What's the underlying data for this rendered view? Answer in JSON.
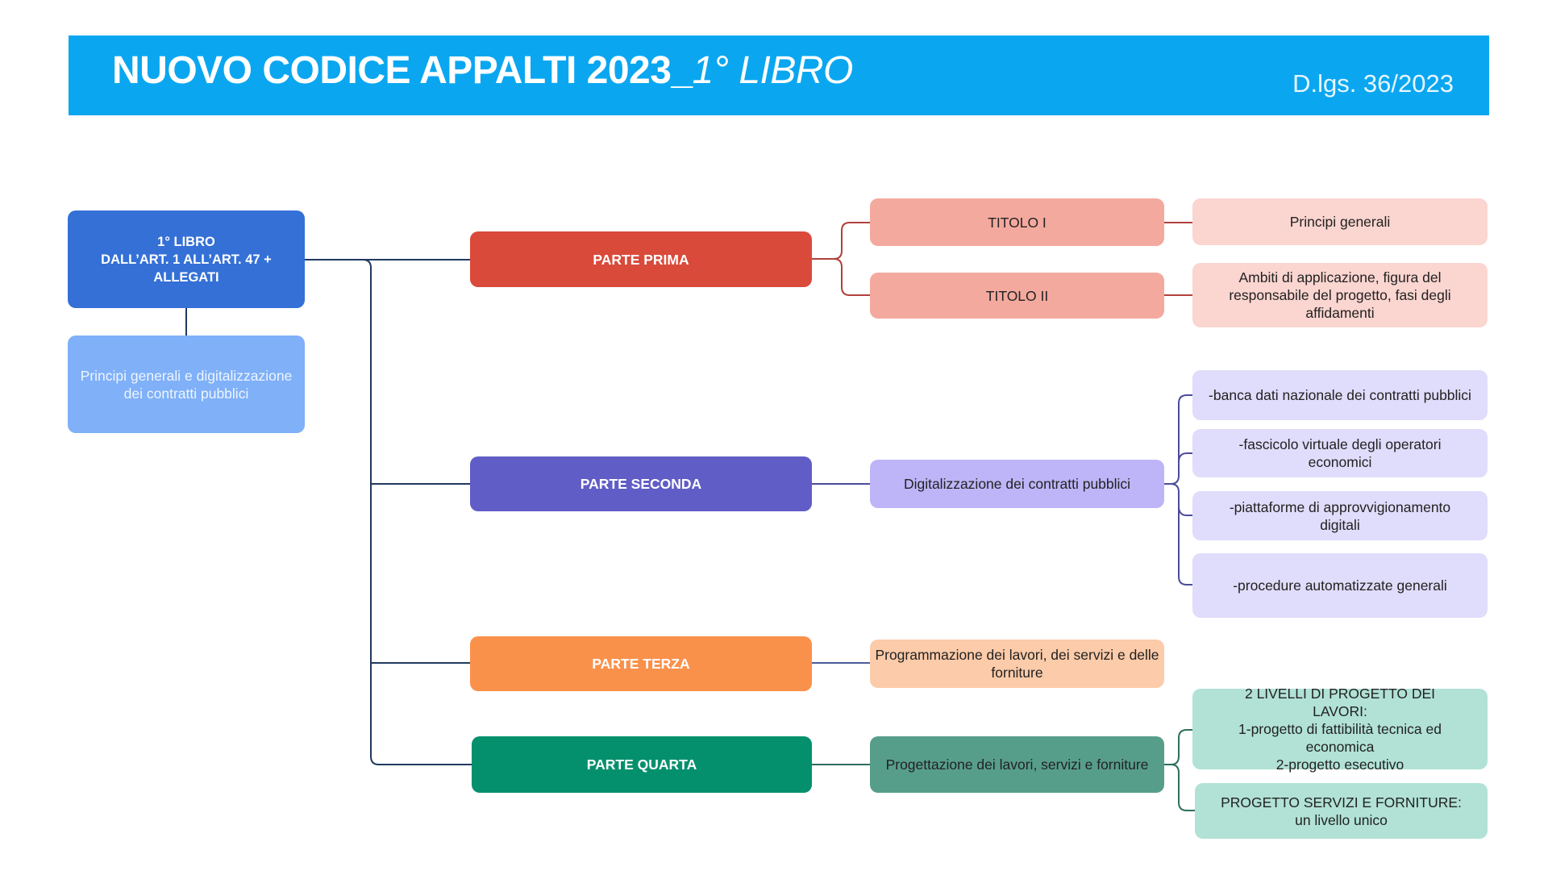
{
  "header": {
    "title": "NUOVO CODICE APPALTI 2023_",
    "title_italic": "1° LIBRO",
    "subtitle": "D.lgs. 36/2023"
  },
  "root": {
    "line1": "1° LIBRO",
    "line2": "DALL’ART. 1 ALL’ART. 47 +",
    "line3": "ALLEGATI",
    "description": "Principi generali e digitalizzazione dei contratti pubblici"
  },
  "parts": [
    {
      "label": "PARTE PRIMA",
      "children": [
        {
          "label": "TITOLO I",
          "detail": "Principi generali"
        },
        {
          "label": "TITOLO II",
          "detail": "Ambiti di applicazione, figura del responsabile del progetto, fasi degli affidamenti"
        }
      ]
    },
    {
      "label": "PARTE SECONDA",
      "child": "Digitalizzazione dei contratti pubblici",
      "details": [
        "-banca dati nazionale dei contratti pubblici",
        "-fascicolo virtuale degli operatori economici",
        "-piattaforme di approvvigionamento digitali",
        "-procedure automatizzate generali"
      ]
    },
    {
      "label": "PARTE TERZA",
      "child": "Programmazione dei lavori, dei servizi e delle forniture"
    },
    {
      "label": "PARTE QUARTA",
      "child": "Progettazione dei lavori, servizi e forniture",
      "details": [
        {
          "l1": "2 LIVELLI DI PROGETTO DEI LAVORI:",
          "l2": "1-progetto di fattibilità tecnica ed economica",
          "l3": "2-progetto esecutivo"
        },
        {
          "l1": "PROGETTO SERVIZI E FORNITURE:",
          "l2": "un livello unico"
        }
      ]
    }
  ],
  "colors": {
    "header": "#0AA7F0",
    "root": "#3470D6",
    "root_desc": "#7FB0F8",
    "prima": "#D94A3B",
    "seconda": "#615DC6",
    "terza": "#FA914B",
    "quarta": "#05906D"
  }
}
